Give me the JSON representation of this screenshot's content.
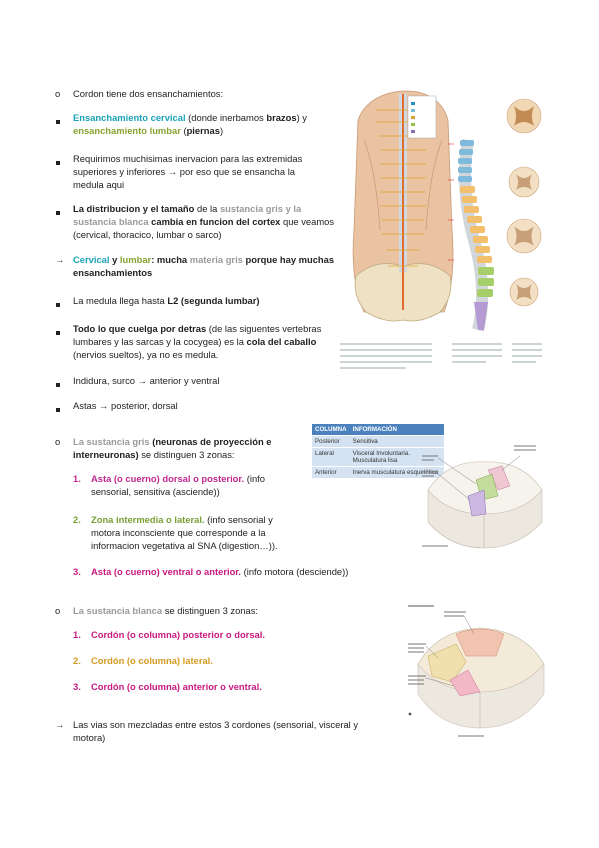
{
  "notes": {
    "l01": "Cordon tiene dos ensanchamientos:",
    "l02a": "Ensanchamiento cervical",
    "l02b": " (donde inerbamos ",
    "l02c": "brazos",
    "l02d": ") y",
    "l03a": "ensanchamiento lumbar",
    "l03b": " (",
    "l03c": "piernas",
    "l03d": ")",
    "l04": "Requirimos muchisimas inervacion para las extremidas",
    "l05": "superiores y inferiores → por eso que se ensancha la",
    "l06": "medula aqui",
    "l07a": "La distribucion y el tamaño",
    "l07b": " de la ",
    "l07c": "sustancia gris y la",
    "l08a": "sustancia blanca",
    "l08b": " cambia en funcion del cortex",
    "l08c": " que veamos",
    "l09": "(cervical, thoracico, lumbar o sarco)",
    "l10a": "Cervical",
    "l10b": " y ",
    "l10c": "lumbar",
    "l10d": ": mucha ",
    "l10e": "materia gris",
    "l10f": " porque hay muchas",
    "l11": "ensanchamientos",
    "l12a": "La medula llega hasta ",
    "l12b": "L2 (segunda lumbar)",
    "l13a": "Todo lo que cuelga por detras",
    "l13b": " (de las siguentes vertebras",
    "l14a": "lumbares y las sarcas y la cocygea) es la ",
    "l14b": "cola del caballo",
    "l15": "(nervios sueltos), ya no es medula.",
    "l16": "Indidura, surco → anterior y ventral",
    "l17": "Astas → posterior, dorsal",
    "l18a": "La sustancia gris",
    "l18b": " (neuronas de proyección e",
    "l19a": "interneuronas)",
    "l19b": " se distinguen 3 zonas:",
    "l20n": "1.",
    "l20a": "Asta (o cuerno) dorsal o posterior.",
    "l20b": " (info",
    "l21": "sensorial, sensitiva (asciende))",
    "l22n": "2.",
    "l22a": "Zona intermedia o lateral.",
    "l22b": " (info sensorial y",
    "l23": "motora inconsciente que corresponde a la",
    "l24": "informacion vegetativa al SNA (digestion…)).",
    "l25n": "3.",
    "l25a": "Asta (o cuerno) ventral o anterior.",
    "l25b": " (info motora (desciende))",
    "l26a": "La sustancia blanca",
    "l26b": " se distinguen 3 zonas:",
    "l27n": "1.",
    "l27a": "Cordón (o columna) posterior o dorsal.",
    "l28n": "2.",
    "l28a": "Cordón (o columna) lateral.",
    "l29n": "3.",
    "l29a": "Cordón (o columna) anterior o ventral.",
    "l30": "Las vias son mezcladas entre estos 3 cordones (sensorial, visceral y",
    "l31": "motora)"
  },
  "markers": {
    "circle": "o",
    "square": "▪",
    "arrow": "→"
  },
  "table": {
    "headers": [
      "COLUMNA",
      "INFORMACIÓN"
    ],
    "rows": [
      [
        "Posterior",
        "Sensitiva"
      ],
      [
        "Lateral",
        "Visceral Involuntaria. Musculatura lisa"
      ],
      [
        "Anterior",
        "Inerva musculatura esquelética"
      ]
    ]
  },
  "colors": {
    "teal": "#1aa3b8",
    "olive": "#8aa232",
    "magenta": "#c8197f",
    "orange": "#d49a20",
    "table_header": "#4b82bd"
  }
}
